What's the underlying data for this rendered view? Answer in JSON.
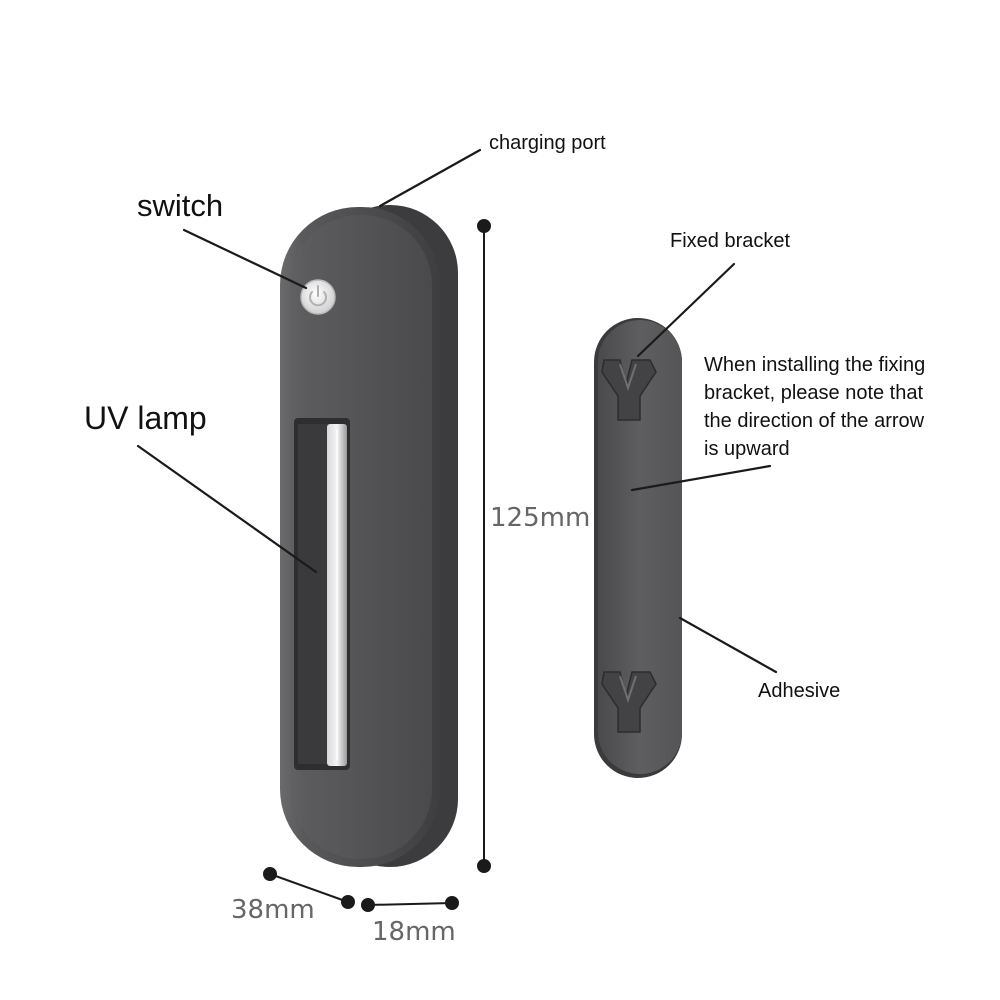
{
  "labels": {
    "switch": "switch",
    "uv_lamp": "UV lamp",
    "charging_port": "charging port",
    "fixed_bracket": "Fixed bracket",
    "note_lines": [
      "When installing the fixing",
      "bracket, please note that",
      "the direction of the arrow",
      "is upward"
    ],
    "adhesive": "Adhesive"
  },
  "dimensions": {
    "height": "125mm",
    "width": "38mm",
    "depth": "18mm"
  },
  "colors": {
    "device_body": "#4a4a4c",
    "device_face": "#5b5b5d",
    "bracket": "#5a5a5c",
    "leader_line": "#1a1a1a",
    "dimension_text": "#666666"
  },
  "icons": {
    "switch_button": "power-icon"
  }
}
